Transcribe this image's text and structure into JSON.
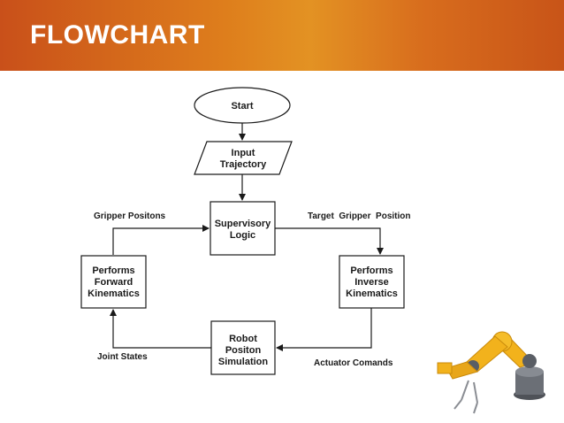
{
  "header": {
    "title": "FLOWCHART"
  },
  "nodes": {
    "start": {
      "lines": [
        "Start"
      ]
    },
    "input": {
      "lines": [
        "Input",
        "Trajectory"
      ]
    },
    "supervisory": {
      "lines": [
        "Supervisory",
        "Logic"
      ]
    },
    "inverse": {
      "lines": [
        "Performs",
        "Inverse",
        "Kinematics"
      ]
    },
    "simulation": {
      "lines": [
        "Robot",
        "Positon",
        "Simulation"
      ]
    },
    "forward": {
      "lines": [
        "Performs",
        "Forward",
        "Kinematics"
      ]
    }
  },
  "edges": {
    "gripper_positions": "Gripper Positons",
    "target_gripper_position": "Target  Gripper  Position",
    "actuator_commands": "Actuator Comands",
    "joint_states": "Joint States"
  },
  "colors": {
    "header_orange": "#de7e1c",
    "robot_yellow": "#f2b21c",
    "robot_grey": "#6b6f76"
  },
  "decoration": {
    "robot_arm_icon": "robot-arm-icon"
  }
}
